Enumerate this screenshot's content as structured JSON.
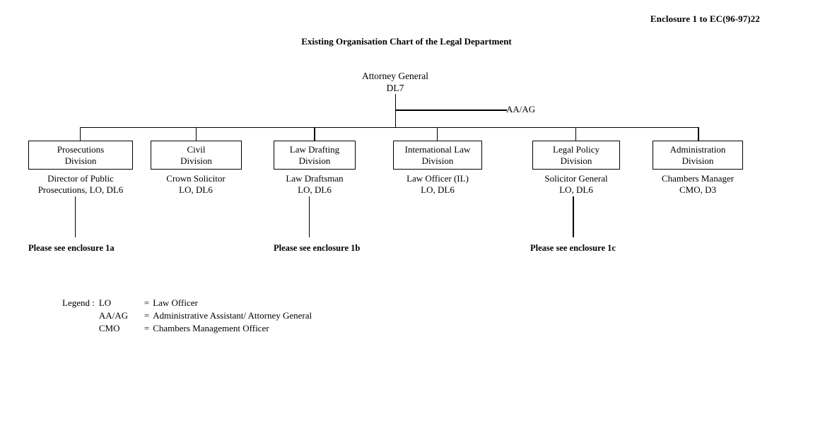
{
  "document": {
    "reference": "Enclosure 1 to EC(96-97)22",
    "title": "Existing Organisation Chart of the Legal Department"
  },
  "chart_data": {
    "type": "diagram",
    "title": "Existing Organisation Chart of the Legal Department",
    "root": {
      "title": "Attorney General",
      "grade": "DL7"
    },
    "staff_branch": {
      "label": "AA/AG"
    },
    "divisions": [
      {
        "box_line1": "Prosecutions",
        "box_line2": "Division",
        "role_line1": "Director of Public",
        "role_line2": "Prosecutions, LO, DL6",
        "enclosure_note": "Please see enclosure 1a"
      },
      {
        "box_line1": "Civil",
        "box_line2": "Division",
        "role_line1": "Crown Solicitor",
        "role_line2": "LO, DL6",
        "enclosure_note": ""
      },
      {
        "box_line1": "Law Drafting",
        "box_line2": "Division",
        "role_line1": "Law Draftsman",
        "role_line2": "LO, DL6",
        "enclosure_note": "Please see enclosure 1b"
      },
      {
        "box_line1": "International Law",
        "box_line2": "Division",
        "role_line1": "Law Officer (IL)",
        "role_line2": "LO, DL6",
        "enclosure_note": ""
      },
      {
        "box_line1": "Legal Policy",
        "box_line2": "Division",
        "role_line1": "Solicitor General",
        "role_line2": "LO, DL6",
        "enclosure_note": "Please see enclosure 1c"
      },
      {
        "box_line1": "Administration",
        "box_line2": "Division",
        "role_line1": "Chambers Manager",
        "role_line2": "CMO, D3",
        "enclosure_note": ""
      }
    ]
  },
  "legend": {
    "title": "Legend  :",
    "entries": [
      {
        "abbr": "LO",
        "eq": "=",
        "meaning": "Law Officer"
      },
      {
        "abbr": "AA/AG",
        "eq": "=",
        "meaning": "Administrative Assistant/ Attorney General"
      },
      {
        "abbr": "CMO",
        "eq": "=",
        "meaning": "Chambers Management Officer"
      }
    ]
  }
}
